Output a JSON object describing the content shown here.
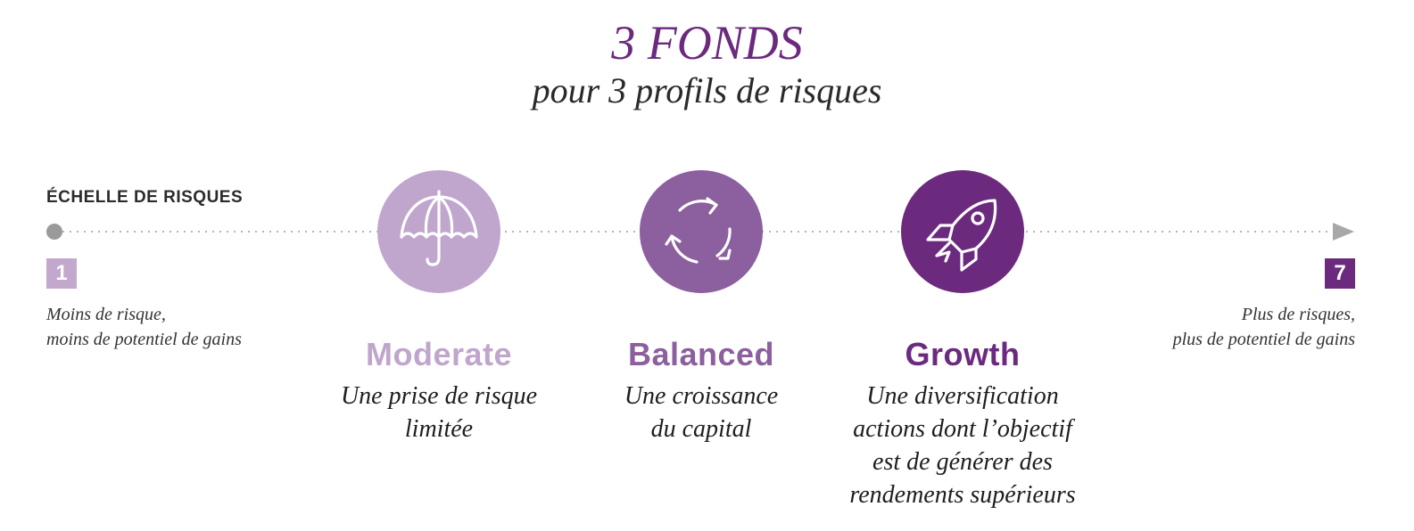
{
  "header": {
    "title": "3 FONDS",
    "subtitle": "pour 3 profils de risques"
  },
  "scale": {
    "label": "ÉCHELLE DE RISQUES",
    "min": {
      "value": "1",
      "lines": [
        "Moins de risque,",
        "moins de potentiel de gains"
      ],
      "color": "#c3a8cd"
    },
    "max": {
      "value": "7",
      "lines": [
        "Plus de risques,",
        "plus de potentiel de gains"
      ],
      "color": "#6c2a7f"
    }
  },
  "funds": [
    {
      "name": "Moderate",
      "icon": "umbrella-icon",
      "color": "#c0a6cc",
      "lines": [
        "Une prise de risque",
        "limitée"
      ]
    },
    {
      "name": "Balanced",
      "icon": "cycle-arrows-icon",
      "color": "#8c5f9f",
      "lines": [
        "Une croissance",
        "du capital"
      ]
    },
    {
      "name": "Growth",
      "icon": "rocket-icon",
      "color": "#6c2a7f",
      "lines": [
        "Une diversification",
        "actions dont l’objectif",
        "est de générer des",
        "rendements supérieurs"
      ]
    }
  ]
}
